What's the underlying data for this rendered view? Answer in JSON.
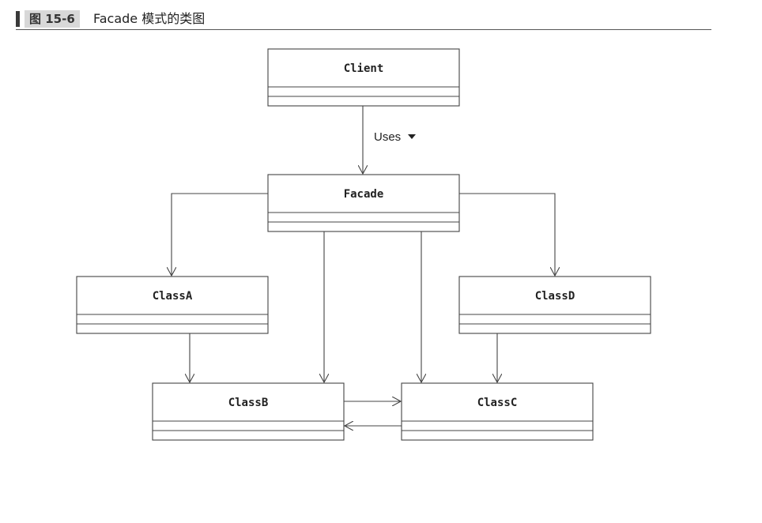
{
  "caption": {
    "figure_number": "图 15-6",
    "title": "Facade 模式的类图"
  },
  "classes": {
    "client": "Client",
    "facade": "Facade",
    "classA": "ClassA",
    "classB": "ClassB",
    "classC": "ClassC",
    "classD": "ClassD"
  },
  "relations": {
    "uses_label": "Uses"
  }
}
